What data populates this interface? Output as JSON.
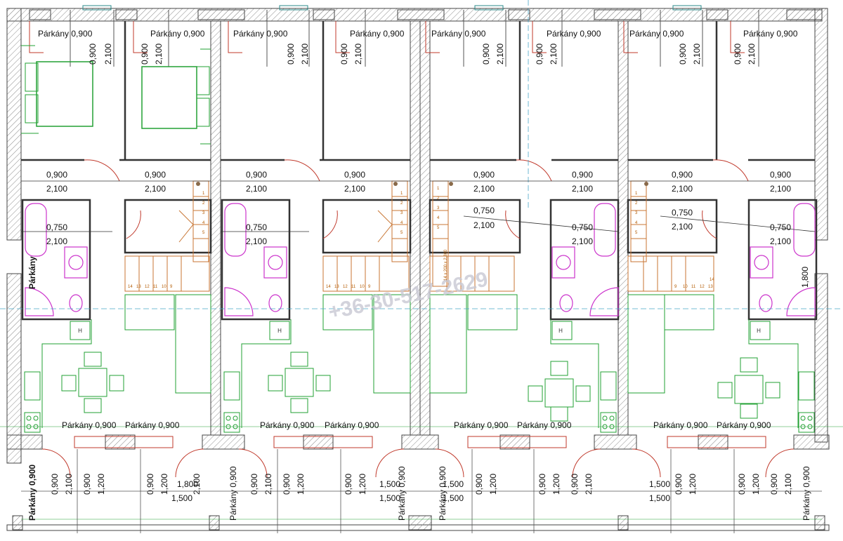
{
  "labels": {
    "parkany": "Párkány 0,900",
    "parkany_short": "Párkány",
    "door_w": "0,900",
    "door_h": "2,100",
    "small_w": "0,750",
    "win_h": "1,200",
    "win_w": "1,500",
    "side_dim": "1,800"
  },
  "stairs": {
    "upper_steps": [
      "1",
      "2",
      "3",
      "4",
      "5"
    ],
    "lower_steps": [
      "14",
      "13",
      "12",
      "11",
      "10",
      "9"
    ],
    "note": "14 x 200 x 2,800"
  },
  "appliances": {
    "heater": "H"
  },
  "watermark": "+36-30-517-2629",
  "colors": {
    "wall": "#555555",
    "hatch": "#888888",
    "furniture": "#22a033",
    "bath": "#cc33cc",
    "stairs": "#c87533",
    "dimension": "#c0392b",
    "window": "#2a8a8a",
    "axis": "#4aa6c9"
  }
}
